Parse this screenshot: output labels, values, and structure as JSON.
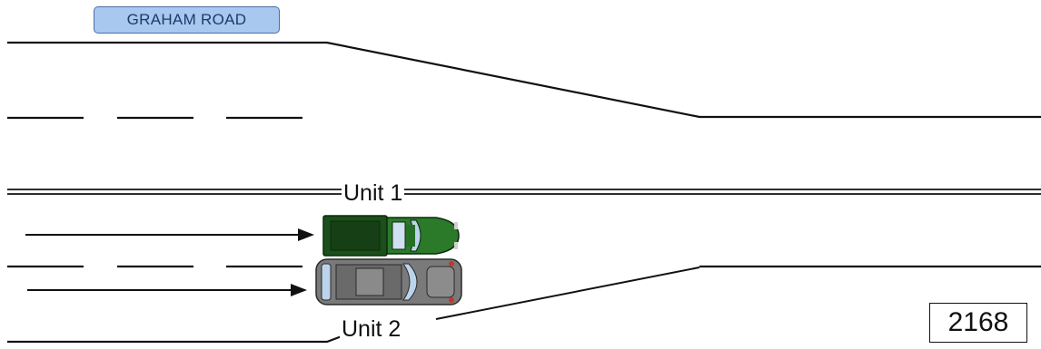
{
  "road_name": "GRAHAM ROAD",
  "units": [
    {
      "label": "Unit 1",
      "vehicle": "pickup-truck",
      "color": "#1f5c1f",
      "direction": "east"
    },
    {
      "label": "Unit 2",
      "vehicle": "suv",
      "color": "#7a7a7a",
      "direction": "east"
    }
  ],
  "case_number": "2168",
  "colors": {
    "road_label_fill": "#a8c8f0",
    "road_label_border": "#4a6fa0",
    "line": "#111111"
  }
}
